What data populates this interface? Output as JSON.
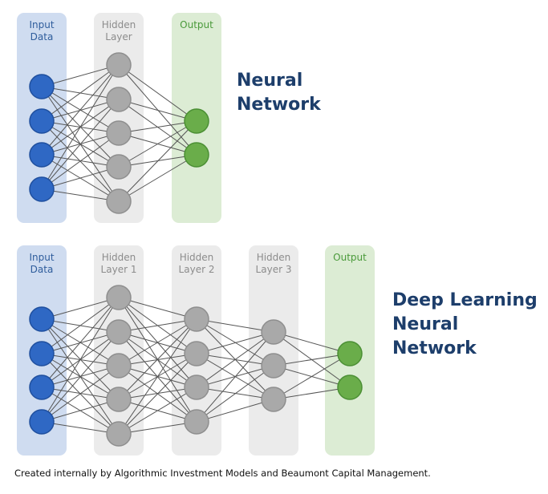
{
  "colors": {
    "input_node": "#2f68c4",
    "input_node_stroke": "#1f4f9e",
    "hidden_node": "#a9a9a9",
    "hidden_node_stroke": "#8e8e8e",
    "output_node": "#6aad4a",
    "output_node_stroke": "#4b8f34",
    "link": "#555555"
  },
  "neural_network": {
    "title": "Neural\nNetwork",
    "layers": [
      {
        "kind": "input",
        "label": "Input\nData",
        "nodes": 4
      },
      {
        "kind": "hidden",
        "label": "Hidden\nLayer",
        "nodes": 5
      },
      {
        "kind": "output",
        "label": "Output",
        "nodes": 2
      }
    ]
  },
  "deep_learning": {
    "title": "Deep Learning\nNeural\nNetwork",
    "layers": [
      {
        "kind": "input",
        "label": "Input\nData",
        "nodes": 4
      },
      {
        "kind": "hidden",
        "label": "Hidden\nLayer 1",
        "nodes": 5
      },
      {
        "kind": "hidden",
        "label": "Hidden\nLayer 2",
        "nodes": 4
      },
      {
        "kind": "hidden",
        "label": "Hidden\nLayer 3",
        "nodes": 3
      },
      {
        "kind": "output",
        "label": "Output",
        "nodes": 2
      }
    ]
  },
  "caption": "Created internally by Algorithmic Investment Models and Beaumont Capital Management."
}
